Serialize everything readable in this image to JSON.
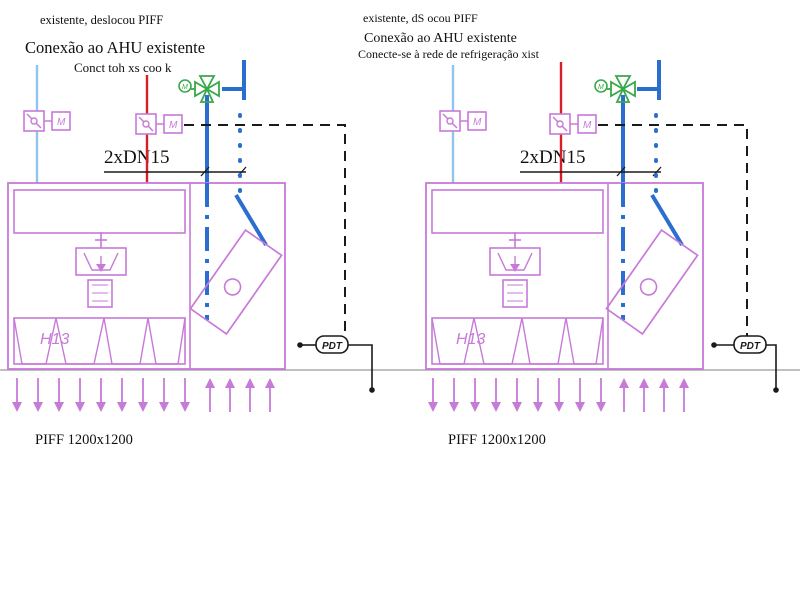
{
  "colors": {
    "housing": "#c77ad8",
    "supply_water": "#d91f26",
    "return_air_line": "#8fc6ec",
    "chilled_pipe": "#2a6fd0",
    "chilled_dot": "#1e58b8",
    "valve_green": "#3aa84a",
    "control_line": "#1a1a1a",
    "ground_line": "#9a9a9a",
    "text": "#111111"
  },
  "units": [
    {
      "note_top": "existente, deslocou PIFF",
      "heading": "Conexão ao AHU existente",
      "subheading": "Conct toh xs coo k",
      "pipe_label": "2xDN15",
      "filter_label": "H13",
      "pdt_label": "PDT",
      "actuator_label": "M",
      "motor_label": "M",
      "caption": "PIFF 1200x1200"
    },
    {
      "note_top": "existente, dS ocou PIFF",
      "heading": "Conexão ao AHU existente",
      "subheading": "Conecte-se à rede de refrigeração xist",
      "pipe_label": "2xDN15",
      "filter_label": "H13",
      "pdt_label": "PDT",
      "actuator_label": "M",
      "motor_label": "M",
      "caption": "PIFF 1200x1200"
    }
  ]
}
